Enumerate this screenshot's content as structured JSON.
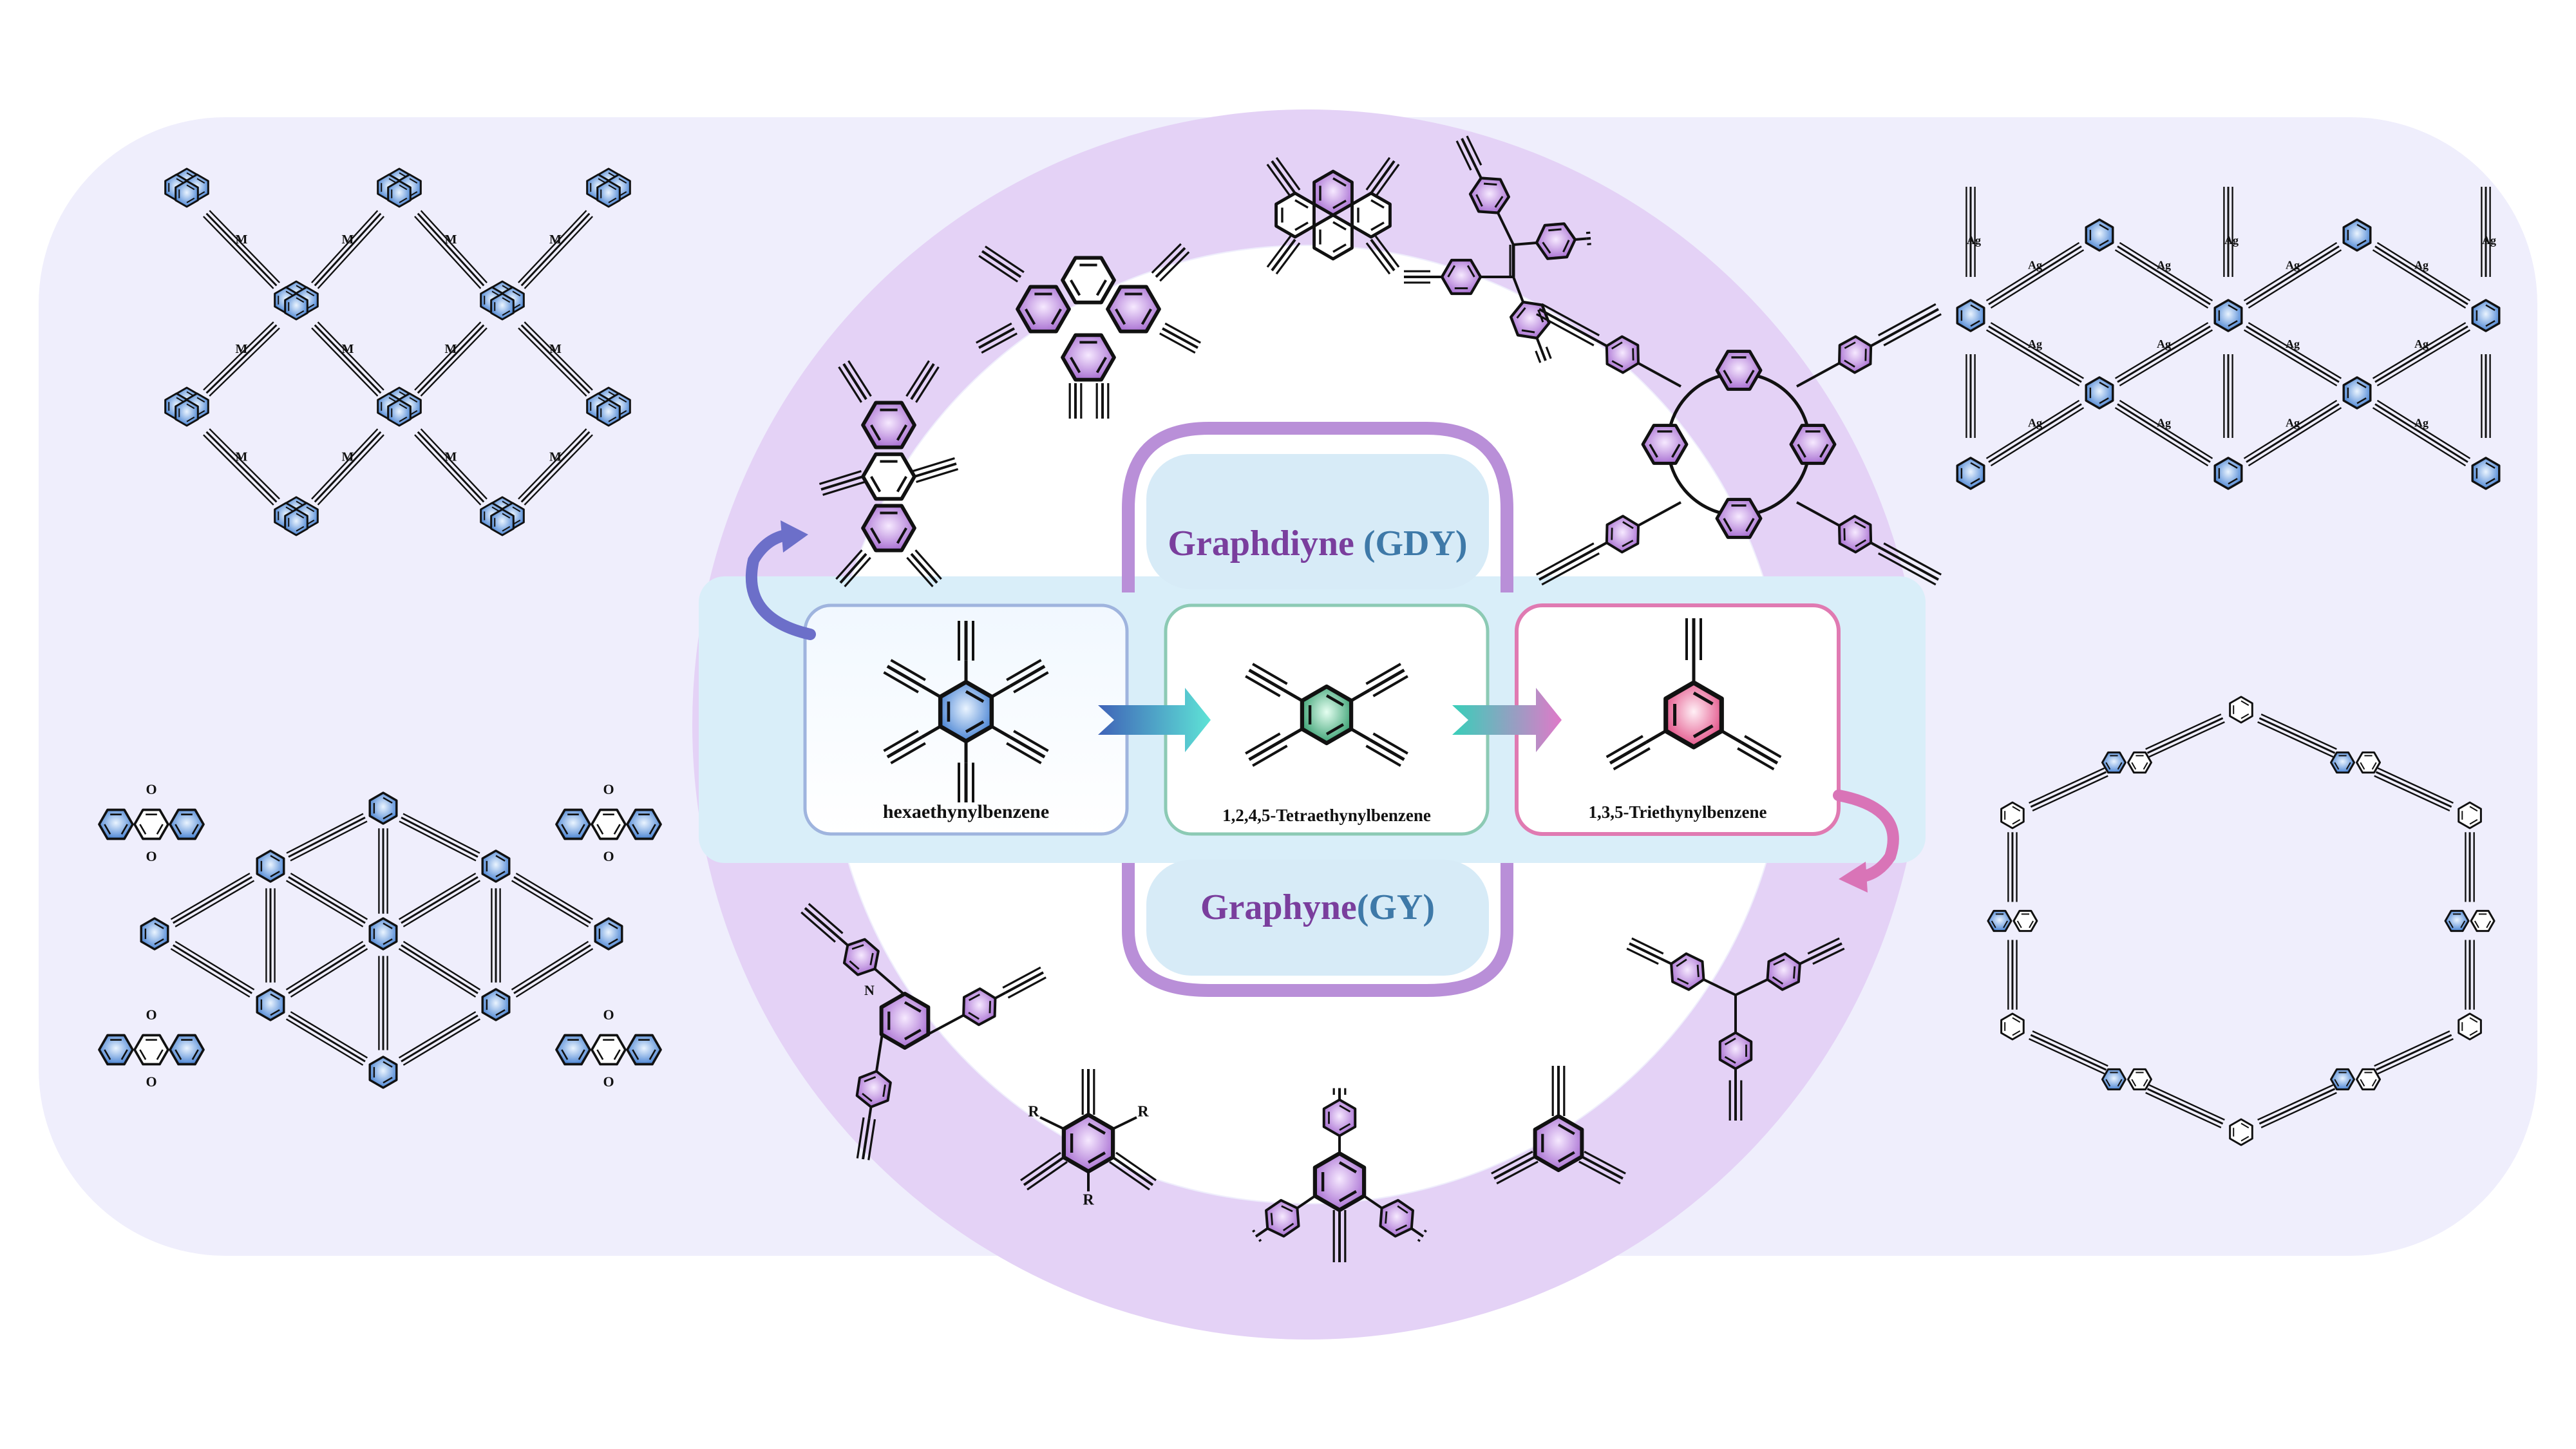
{
  "titles": {
    "gdy_prefix": "Graphdiyne ",
    "gdy_abbr": "(GDY)",
    "gy_prefix": "Graphyne",
    "gy_abbr": "(GY)"
  },
  "monomers": {
    "hexa": "hexaethynylbenzene",
    "tetra": "1,2,4,5-Tetraethynylbenzene",
    "tri": "1,3,5-Triethynylbenzene"
  },
  "atom_labels": {
    "metal": "M",
    "silver": "Ag",
    "r_group": "R",
    "nitrogen": "N",
    "oxygen": "O"
  },
  "colors": {
    "page_bg": "#ffffff",
    "panel_bg": "#efeefc",
    "ring": "#e4d2f6",
    "band": "#d9eef9",
    "gdy_purple": "#7a3e9d",
    "gdy_blue": "#3e79a8",
    "bond": "#111111",
    "blue_hex": "#3d7bd0",
    "purple_hex": "#a367cf",
    "green_hex": "#2e9a6a",
    "pink_hex": "#e0457f"
  }
}
